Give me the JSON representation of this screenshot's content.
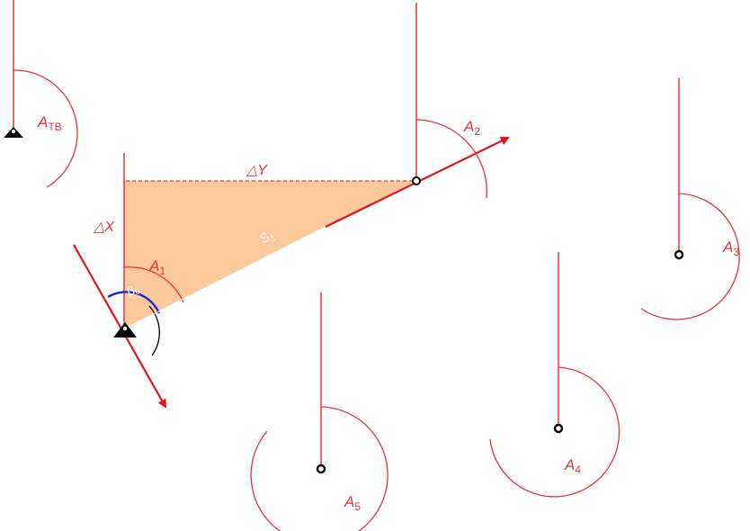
{
  "colors": {
    "line": "#e8343c",
    "arrow": "#e0141c",
    "fill": "#fcc99a",
    "label": "#e8343c",
    "label_white": "#ffffff",
    "blue_arc": "#1c2fd6",
    "black": "#000000"
  },
  "icons": {
    "station": "triangle-station-icon",
    "point": "ring-point-icon"
  },
  "labels": {
    "a_tb_main": "A",
    "a_tb_sub": "TB",
    "a1_main": "A",
    "a1_sub": "1",
    "a2_main": "A",
    "a2_sub": "2",
    "a3_main": "A",
    "a3_sub": "3",
    "a4_main": "A",
    "a4_sub": "4",
    "a5_main": "A",
    "a5_sub": "5",
    "delta_x": "△X",
    "delta_y": "△Y",
    "s1_main": "S",
    "s1_sub": "1",
    "beta0": "β₀"
  }
}
